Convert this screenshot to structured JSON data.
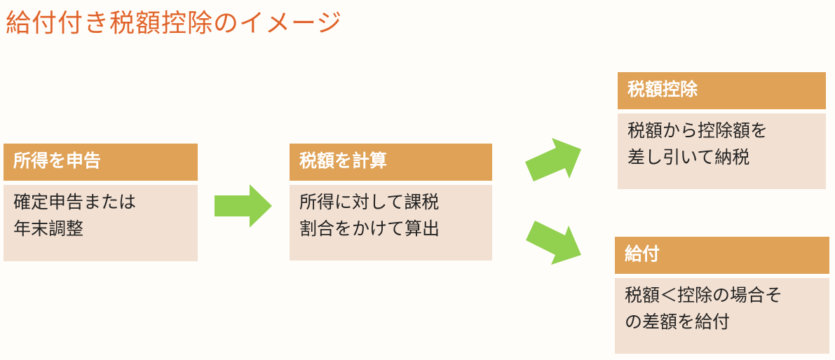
{
  "title": "給付付き税額控除のイメージ",
  "colors": {
    "header": "#dfa257",
    "body": "#f2e0d2",
    "arrow": "#92d050",
    "title": "#e0632a"
  },
  "boxes": [
    {
      "header": "所得を申告",
      "body": "確定申告または\n年末調整"
    },
    {
      "header": "税額を計算",
      "body": "所得に対して課税\n割合をかけて算出"
    },
    {
      "header": "税額控除",
      "body": "税額から控除額を\n差し引いて納税"
    },
    {
      "header": "給付",
      "body": "税額＜控除の場合そ\nの差額を給付"
    }
  ]
}
